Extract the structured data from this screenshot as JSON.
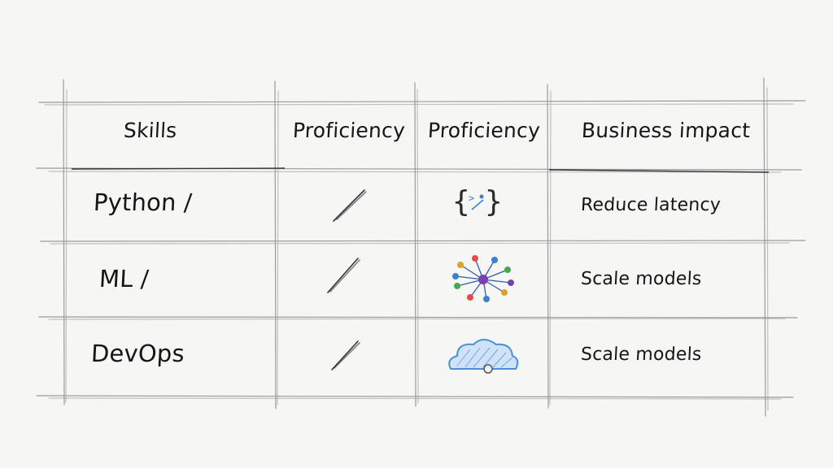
{
  "table": {
    "headers": [
      "Skills",
      "Proficiency",
      "Proficiency",
      "Business impact"
    ],
    "rows": [
      {
        "skill": "Python /",
        "impact": "Reduce latency",
        "icon": "code-brackets-icon"
      },
      {
        "skill": "ML  /",
        "impact": "Scale models",
        "icon": "network-graph-icon"
      },
      {
        "skill": "DevOps",
        "impact": "Scale models",
        "icon": "cloud-icon"
      }
    ]
  },
  "colors": {
    "background": "#f6f6f5",
    "ink": "#161616",
    "grid": "#8a8a8a",
    "cloud": "#4a90d9",
    "code_bracket": "#2b2b2b"
  }
}
